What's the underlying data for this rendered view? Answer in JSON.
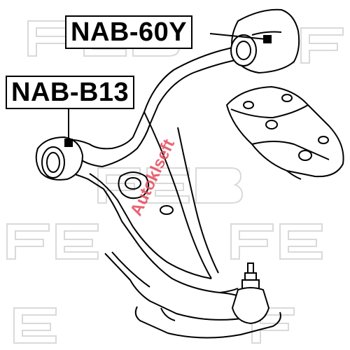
{
  "labels": {
    "top_part": "NAB-60Y",
    "left_part": "NAB-B13"
  },
  "watermark": {
    "text": "Autoklseft",
    "color": "#e64a5a"
  },
  "colors": {
    "line": "#000000",
    "background": "#ffffff",
    "logo_outline": "#d9d9d9"
  }
}
